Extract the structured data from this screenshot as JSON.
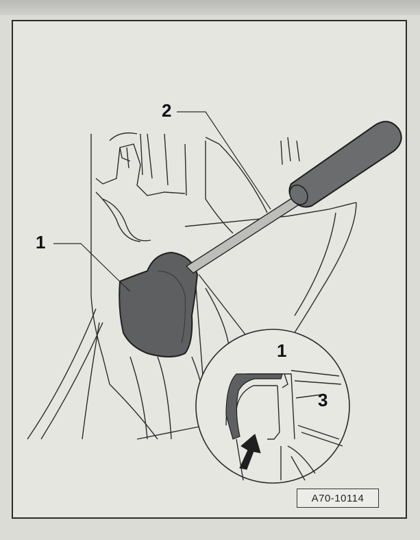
{
  "callouts": {
    "main_part_label": "1",
    "tool_label": "2",
    "detail_part_label": "1",
    "detail_clip_label": "3"
  },
  "figure_reference": "A70-10114",
  "colors": {
    "line": "#2a2a2a",
    "part_fill": "#5e5f60",
    "tool_handle": "#6b6c6d",
    "paper": "#e6e6e1"
  },
  "icons": {
    "direction_arrow": "arrow-up-right-icon"
  }
}
